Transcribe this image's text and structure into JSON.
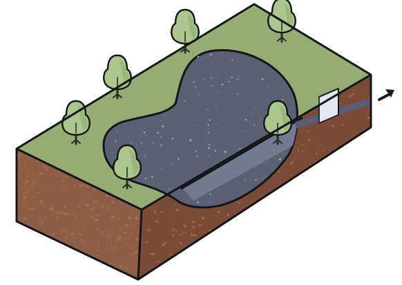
{
  "diagram": {
    "subject": "terrain-block-with-pond",
    "colors": {
      "outline": "#121418",
      "grass": "#95ad73",
      "soil_front": "#8d5d45",
      "soil_side": "#7a4c37",
      "soil_speckle": "#b0784f",
      "water": "#5b6073",
      "water_sparkle": "#c9cdd9",
      "water_side_section": "#737b91",
      "tree_foliage": "#acc78d",
      "tree_foliage_shade": "#93b375",
      "tree_trunk": "#2a2a2a",
      "pipe_opening": "#e3e7ee",
      "pipe_channel": "#56607a",
      "arrow": "#1c1c1c"
    },
    "elements": {
      "trees": 6,
      "pond": 1,
      "outflow_pipe": 1,
      "flow_arrow": 1
    },
    "icon_names": [
      "tree-icon",
      "arrow-icon"
    ]
  }
}
